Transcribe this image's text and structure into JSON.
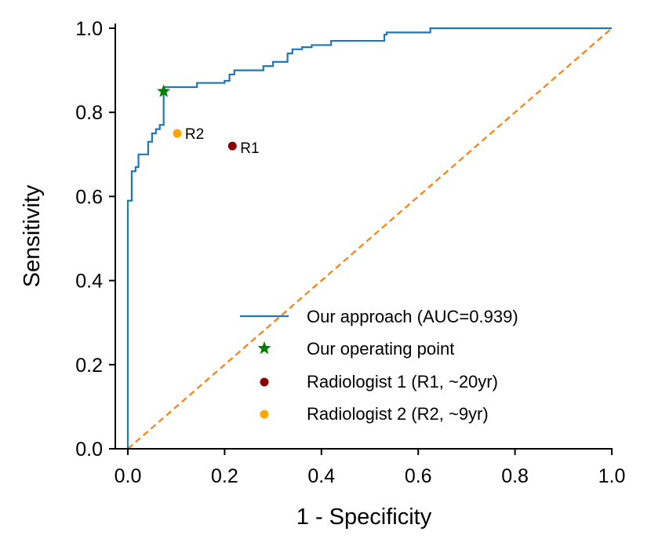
{
  "chart_data": {
    "type": "line",
    "xlabel": "1 - Specificity",
    "ylabel": "Sensitivity",
    "xlim": [
      0.0,
      1.0
    ],
    "ylim": [
      0.0,
      1.0
    ],
    "xticks": [
      "0.0",
      "0.2",
      "0.4",
      "0.6",
      "0.8",
      "1.0"
    ],
    "yticks": [
      "0.0",
      "0.2",
      "0.4",
      "0.6",
      "0.8",
      "1.0"
    ],
    "grid": false,
    "legend_position": "lower-right",
    "colors": {
      "roc": "#1f77b4",
      "diagonal": "#ff7f0e",
      "operating_point": "#008000",
      "r1": "#8b0000",
      "r2": "#ffa500"
    },
    "series": [
      {
        "name": "Our approach (AUC=0.939)",
        "kind": "roc-step-line",
        "x": [
          0.0,
          0.0,
          0.008,
          0.008,
          0.016,
          0.016,
          0.022,
          0.022,
          0.042,
          0.042,
          0.05,
          0.05,
          0.058,
          0.058,
          0.066,
          0.066,
          0.074,
          0.074,
          0.143,
          0.143,
          0.2,
          0.2,
          0.21,
          0.21,
          0.22,
          0.22,
          0.28,
          0.28,
          0.3,
          0.3,
          0.33,
          0.33,
          0.34,
          0.34,
          0.36,
          0.36,
          0.38,
          0.38,
          0.42,
          0.42,
          0.53,
          0.53,
          0.535,
          0.535,
          0.625,
          0.625,
          1.0
        ],
        "y": [
          0.0,
          0.59,
          0.59,
          0.66,
          0.66,
          0.67,
          0.67,
          0.7,
          0.7,
          0.73,
          0.73,
          0.75,
          0.75,
          0.76,
          0.76,
          0.77,
          0.77,
          0.86,
          0.86,
          0.87,
          0.87,
          0.875,
          0.875,
          0.89,
          0.89,
          0.9,
          0.9,
          0.91,
          0.91,
          0.92,
          0.92,
          0.94,
          0.94,
          0.95,
          0.95,
          0.955,
          0.955,
          0.96,
          0.96,
          0.97,
          0.97,
          0.985,
          0.985,
          0.99,
          0.99,
          1.0,
          1.0
        ]
      },
      {
        "name": "Our operating point",
        "kind": "star-marker",
        "x": [
          0.074
        ],
        "y": [
          0.85
        ]
      },
      {
        "name": "Radiologist 1 (R1, ~20yr)",
        "kind": "dot-marker",
        "label": "R1",
        "x": [
          0.216
        ],
        "y": [
          0.72
        ]
      },
      {
        "name": "Radiologist 2 (R2, ~9yr)",
        "kind": "dot-marker",
        "label": "R2",
        "x": [
          0.102
        ],
        "y": [
          0.75
        ]
      }
    ]
  }
}
